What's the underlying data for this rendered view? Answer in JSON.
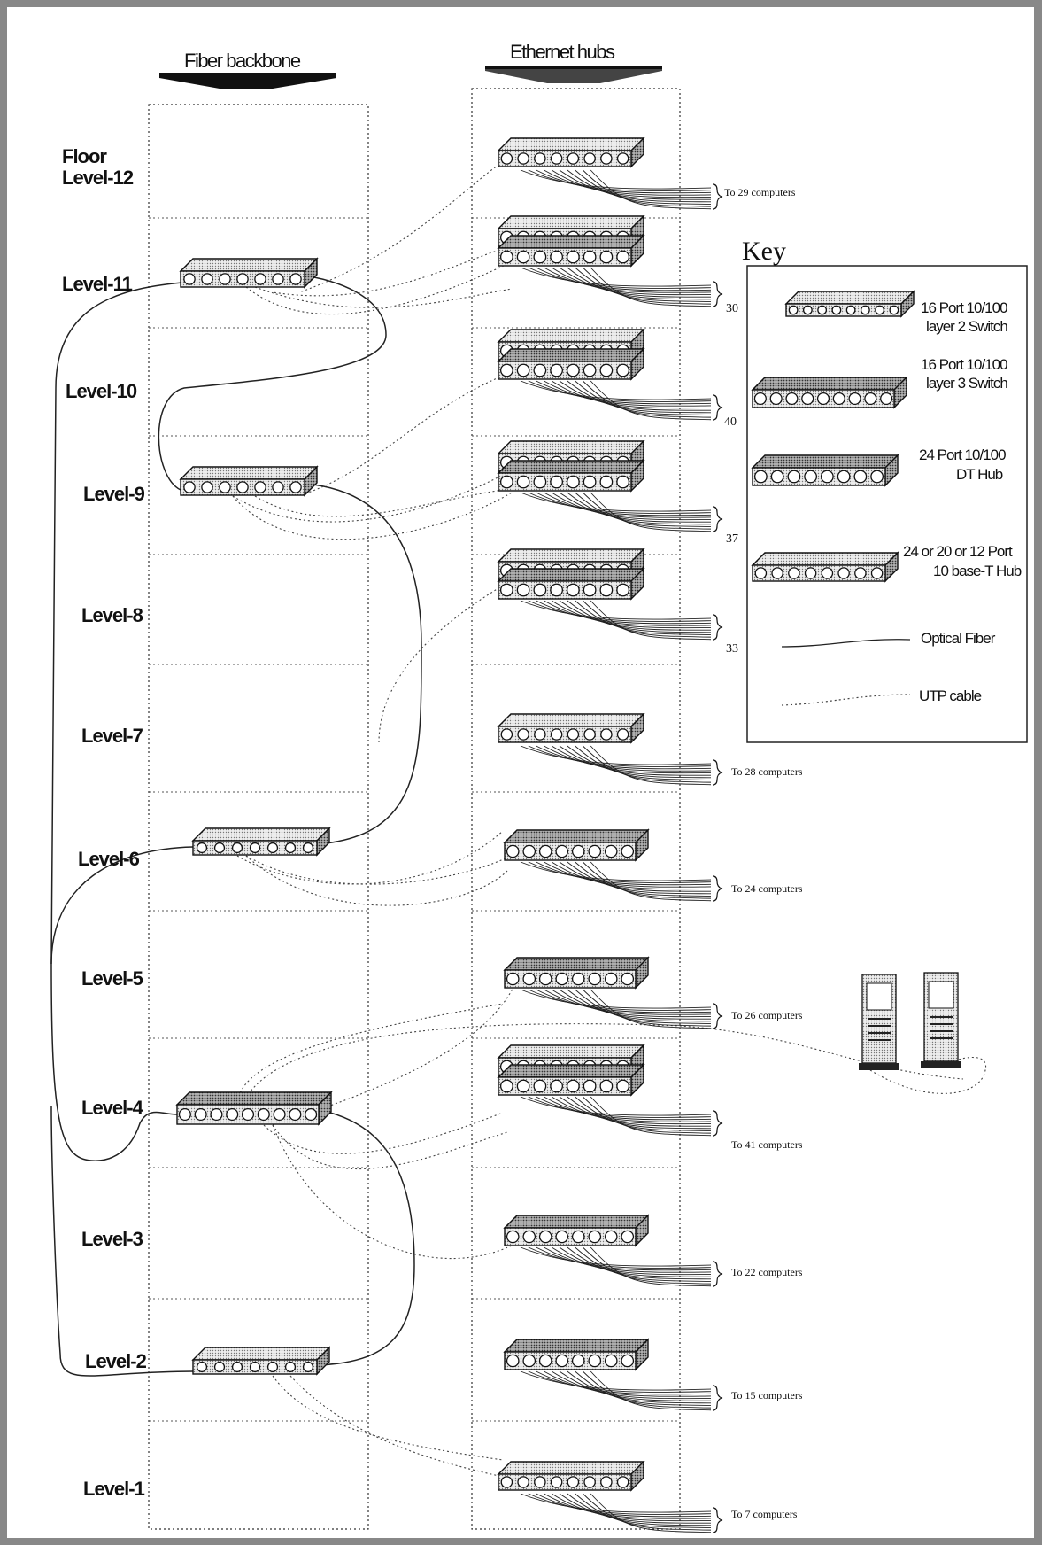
{
  "headers": {
    "fiber": "Fiber backbone",
    "ethernet": "Ethernet hubs"
  },
  "levels": [
    {
      "label_top": "Floor",
      "label": "Level-12",
      "hub": "thin",
      "count": "To 29 computers"
    },
    {
      "label": "Level-11",
      "hub": "stack",
      "count": "30"
    },
    {
      "label": "Level-10",
      "hub": "stack",
      "count": "40"
    },
    {
      "label": "Level-9",
      "hub": "stack",
      "count": "37"
    },
    {
      "label": "Level-8",
      "hub": "stack",
      "count": "33"
    },
    {
      "label": "Level-7",
      "hub": "thin",
      "count": "To 28 computers"
    },
    {
      "label": "Level-6",
      "hub": "dark",
      "count": "To 24 computers"
    },
    {
      "label": "Level-5",
      "hub": "dark",
      "count": "To 26 computers"
    },
    {
      "label": "Level-4",
      "hub": "stack",
      "count": "To 41 computers"
    },
    {
      "label": "Level-3",
      "hub": "dark",
      "count": "To 22 computers"
    },
    {
      "label": "Level-2",
      "hub": "dark",
      "count": "To 15 computers"
    },
    {
      "label": "Level-1",
      "hub": "thin",
      "count": "To 7 computers"
    }
  ],
  "key": {
    "title": "Key",
    "items": [
      {
        "line1": "16 Port 10/100",
        "line2": "layer 2 Switch"
      },
      {
        "line1": "16 Port 10/100",
        "line2": "layer 3 Switch"
      },
      {
        "line1": "24 Port 10/100",
        "line2": "DT Hub"
      },
      {
        "line1": "24 or 20 or 12 Port",
        "line2": "10 base-T Hub"
      },
      {
        "line1": "Optical Fiber"
      },
      {
        "line1": "UTP cable"
      }
    ]
  },
  "colors": {
    "ink": "#111111",
    "fill_light": "#e2e2e2",
    "fill_dark": "#9a9a9a",
    "frame": "#888888"
  }
}
